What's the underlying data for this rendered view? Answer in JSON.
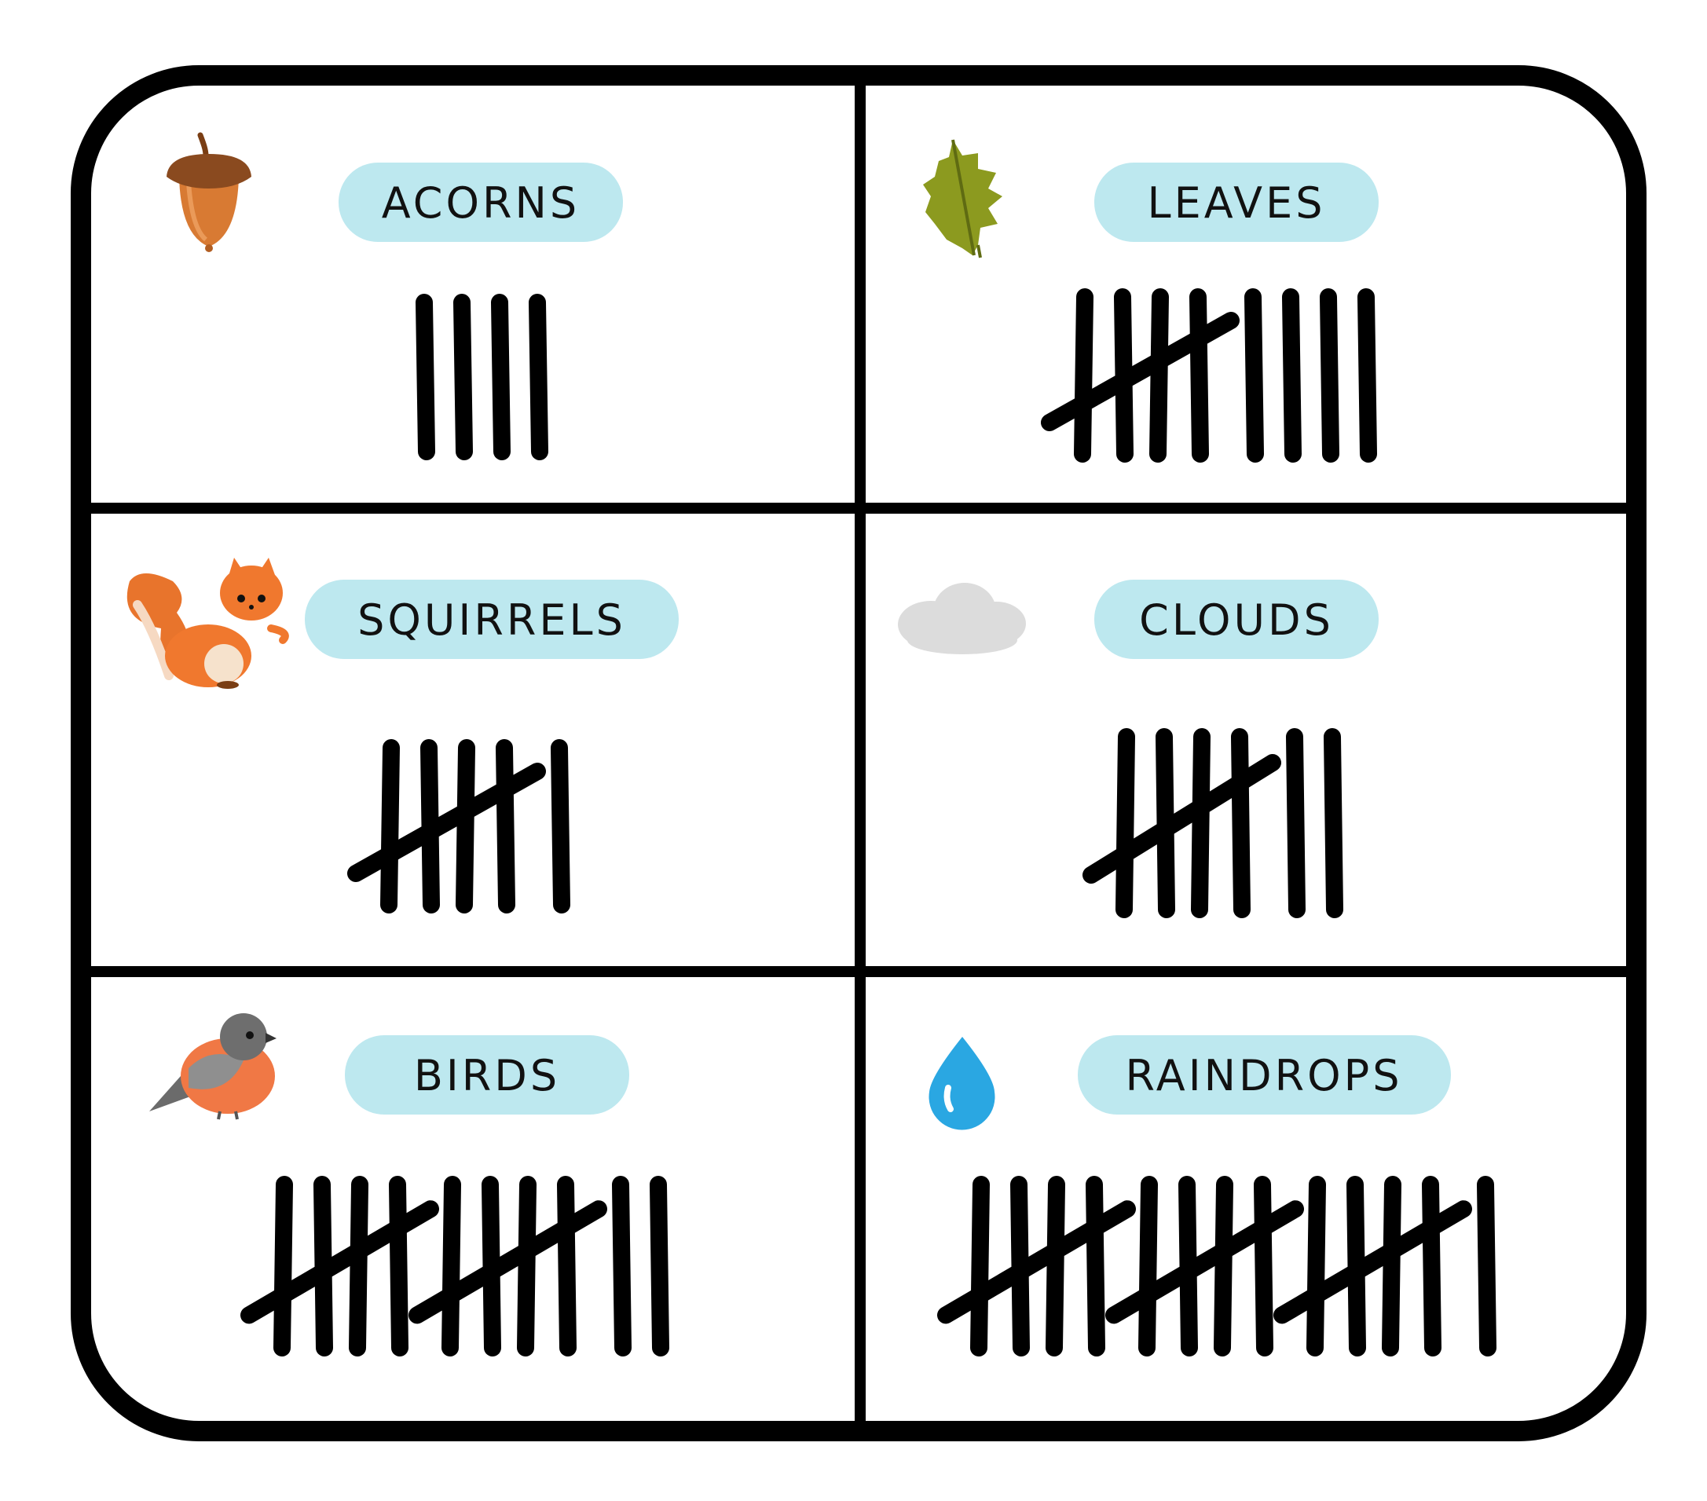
{
  "colors": {
    "frame": "#000000",
    "label_bg": "#bde8ef",
    "tally": "#000000"
  },
  "cells": [
    {
      "label": "ACORNS",
      "icon": "acorn-icon",
      "count": 4
    },
    {
      "label": "LEAVES",
      "icon": "leaf-icon",
      "count": 9
    },
    {
      "label": "SQUIRRELS",
      "icon": "squirrel-icon",
      "count": 6
    },
    {
      "label": "CLOUDS",
      "icon": "cloud-icon",
      "count": 7
    },
    {
      "label": "BIRDS",
      "icon": "bird-icon",
      "count": 12
    },
    {
      "label": "RAINDROPS",
      "icon": "raindrop-icon",
      "count": 16
    }
  ]
}
